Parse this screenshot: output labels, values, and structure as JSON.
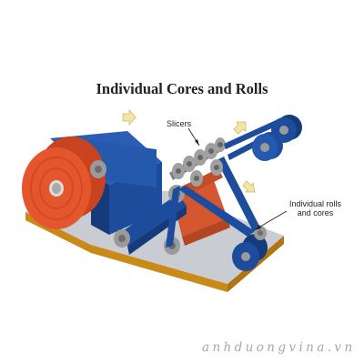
{
  "title": "Individual Cores and Rolls",
  "labels": {
    "slicers": "Slicers",
    "rolls_line1": "Individual rolls",
    "rolls_line2": "and cores"
  },
  "watermark": "anhduongvina.vn",
  "colors": {
    "base_top": "#c9ccd3",
    "base_side": "#c98a18",
    "belt": "#1d4c9c",
    "belt_dark": "#153b7a",
    "parent_roll": "#e4572e",
    "slit_web": "#d4572f",
    "roller": "#9a9a9a",
    "arrow": "#f3e6a3"
  }
}
